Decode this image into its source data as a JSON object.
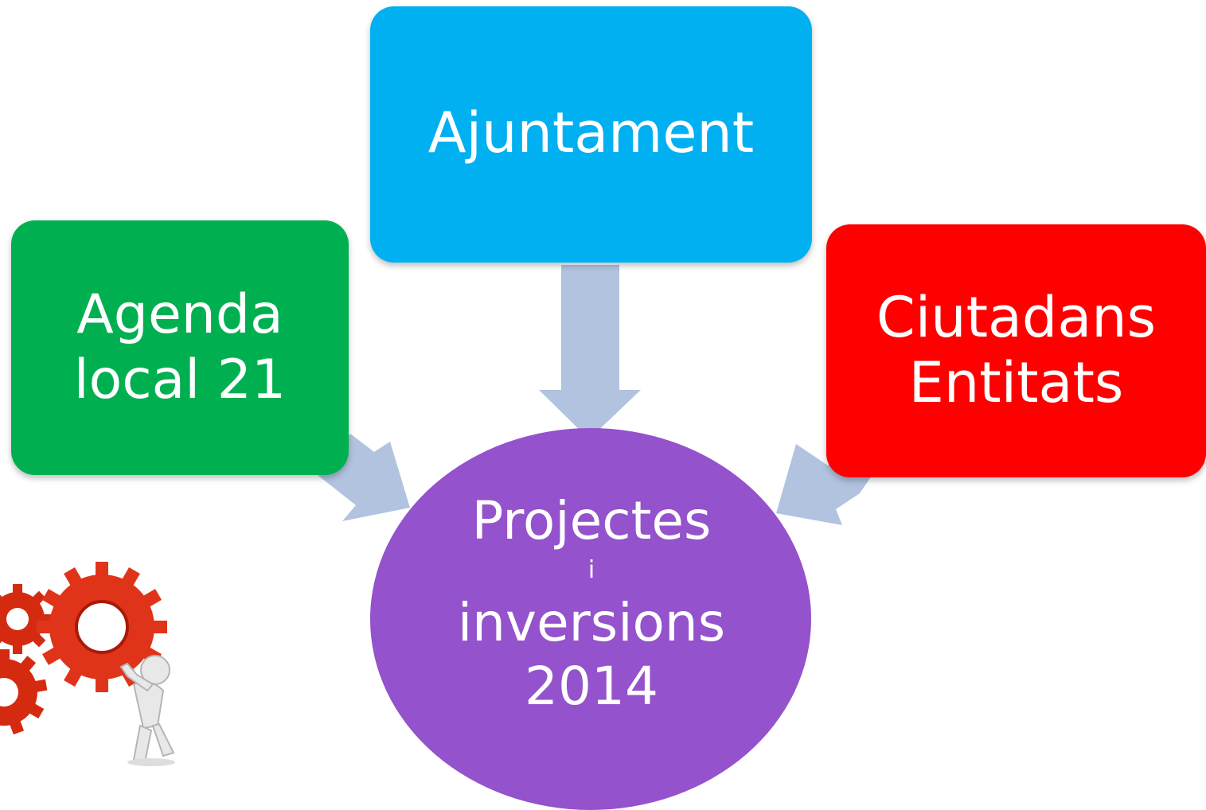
{
  "nodes": {
    "top": {
      "label": "Ajuntament",
      "color": "#00b0f0"
    },
    "left": {
      "lines": [
        "Agenda",
        "local 21"
      ],
      "color": "#00b050"
    },
    "right": {
      "lines": [
        "Ciutadans",
        "Entitats"
      ],
      "color": "#ff0000"
    },
    "center": {
      "lines": [
        "Projectes",
        "i",
        "inversions",
        "2014"
      ],
      "color": "#9452cc"
    }
  },
  "arrow_color": "#b1c3df",
  "illustration": "gears-person-icon"
}
